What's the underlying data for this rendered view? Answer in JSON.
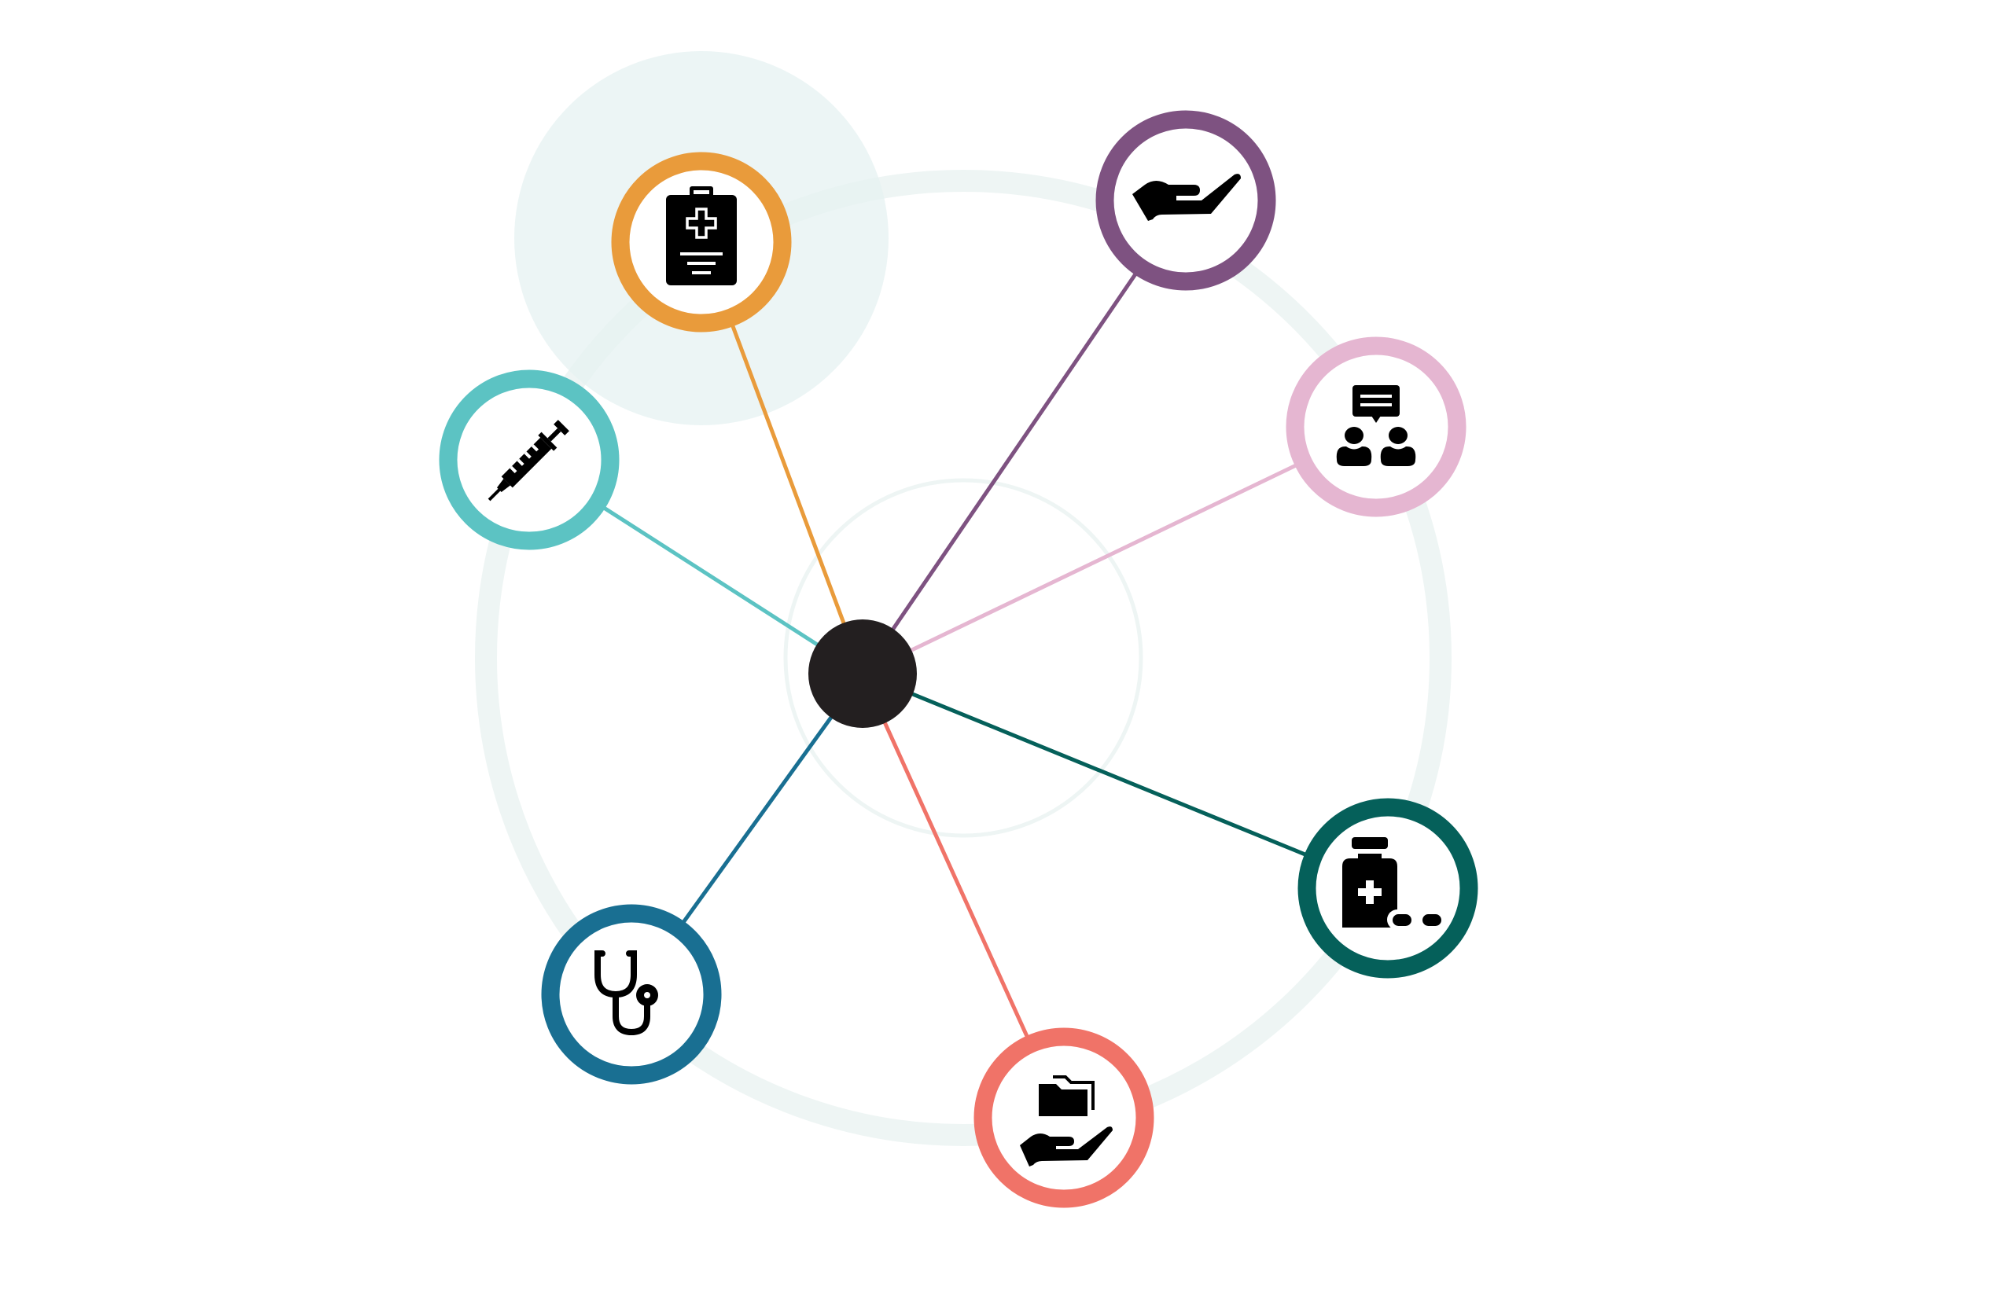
{
  "diagram": {
    "type": "hub-and-spoke",
    "hub": {
      "color": "#231f20"
    },
    "background": {
      "outer_ring_color": "#eef5f4",
      "inner_ring_color": "#eef5f4",
      "highlight_color": "#e6f2f1"
    },
    "nodes": [
      {
        "id": "clipboard",
        "icon": "medical-clipboard-icon",
        "color": "#e99b3b"
      },
      {
        "id": "care",
        "icon": "caring-hand-icon",
        "color": "#7e5281"
      },
      {
        "id": "consult",
        "icon": "consultation-icon",
        "color": "#e5b6d1"
      },
      {
        "id": "medicine",
        "icon": "medicine-bottle-pills-icon",
        "color": "#05605a"
      },
      {
        "id": "records",
        "icon": "hand-holding-folder-icon",
        "color": "#f07368"
      },
      {
        "id": "stethoscope",
        "icon": "stethoscope-icon",
        "color": "#196f92"
      },
      {
        "id": "syringe",
        "icon": "syringe-icon",
        "color": "#5cc3c3"
      }
    ]
  }
}
